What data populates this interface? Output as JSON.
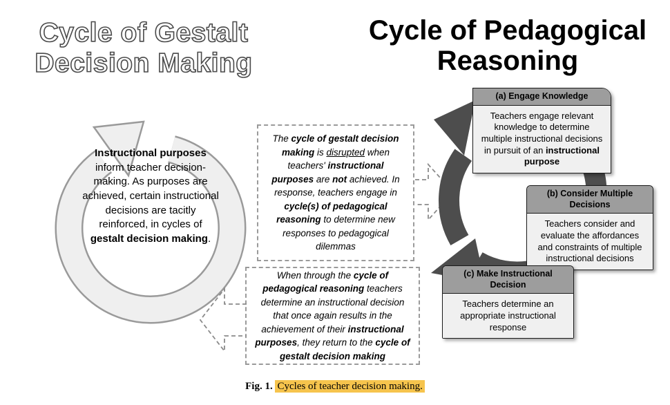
{
  "colors": {
    "highlight": "#f6c44d",
    "cycle_arrow_dark": "#4d4d4d",
    "ring_fill": "#efefef",
    "ring_outline": "#9a9a9a",
    "box_header": "#9d9d9d",
    "box_body": "#f0f0f0",
    "dashed_border": "#9a9a9a"
  },
  "left": {
    "title_lines": [
      "Cycle of Gestalt",
      "Decision Making"
    ],
    "center_text": {
      "bold1": "Instructional purposes",
      "normal1": " inform teacher decision-making. As purposes are achieved, certain instructional decisions are tacitly reinforced, in cycles of ",
      "bold2": "gestalt decision making",
      "normal2": "."
    }
  },
  "middle": {
    "top_note": {
      "segments": [
        "The ",
        "cycle of gestalt decision making",
        " is ",
        "disrupted",
        " when teachers' ",
        "instructional purposes",
        " are ",
        "not",
        " achieved. In response, teachers engage in ",
        "cycle(s) of pedagogical reasoning",
        " to determine new responses to pedagogical dilemmas"
      ]
    },
    "bottom_note": {
      "segments": [
        "When through the ",
        "cycle of pedagogical reasoning",
        " teachers determine an instructional decision that once again results in the achievement of their ",
        "instructional purposes",
        ", they return to the ",
        "cycle of gestalt decision making"
      ]
    }
  },
  "right": {
    "title_lines": [
      "Cycle of Pedagogical",
      "Reasoning"
    ],
    "box_a": {
      "header": "(a) Engage Knowledge",
      "body_pre": "Teachers engage relevant knowledge to determine multiple instructional decisions in pursuit of an ",
      "body_bold": "instructional purpose"
    },
    "box_b": {
      "header": "(b) Consider Multiple Decisions",
      "body": "Teachers consider and evaluate the affordances and constraints of multiple instructional decisions"
    },
    "box_c": {
      "header": "(c) Make Instructional Decision",
      "body": "Teachers determine an appropriate instructional response"
    }
  },
  "caption": {
    "label": "Fig. 1.",
    "text": "Cycles of teacher decision making."
  }
}
